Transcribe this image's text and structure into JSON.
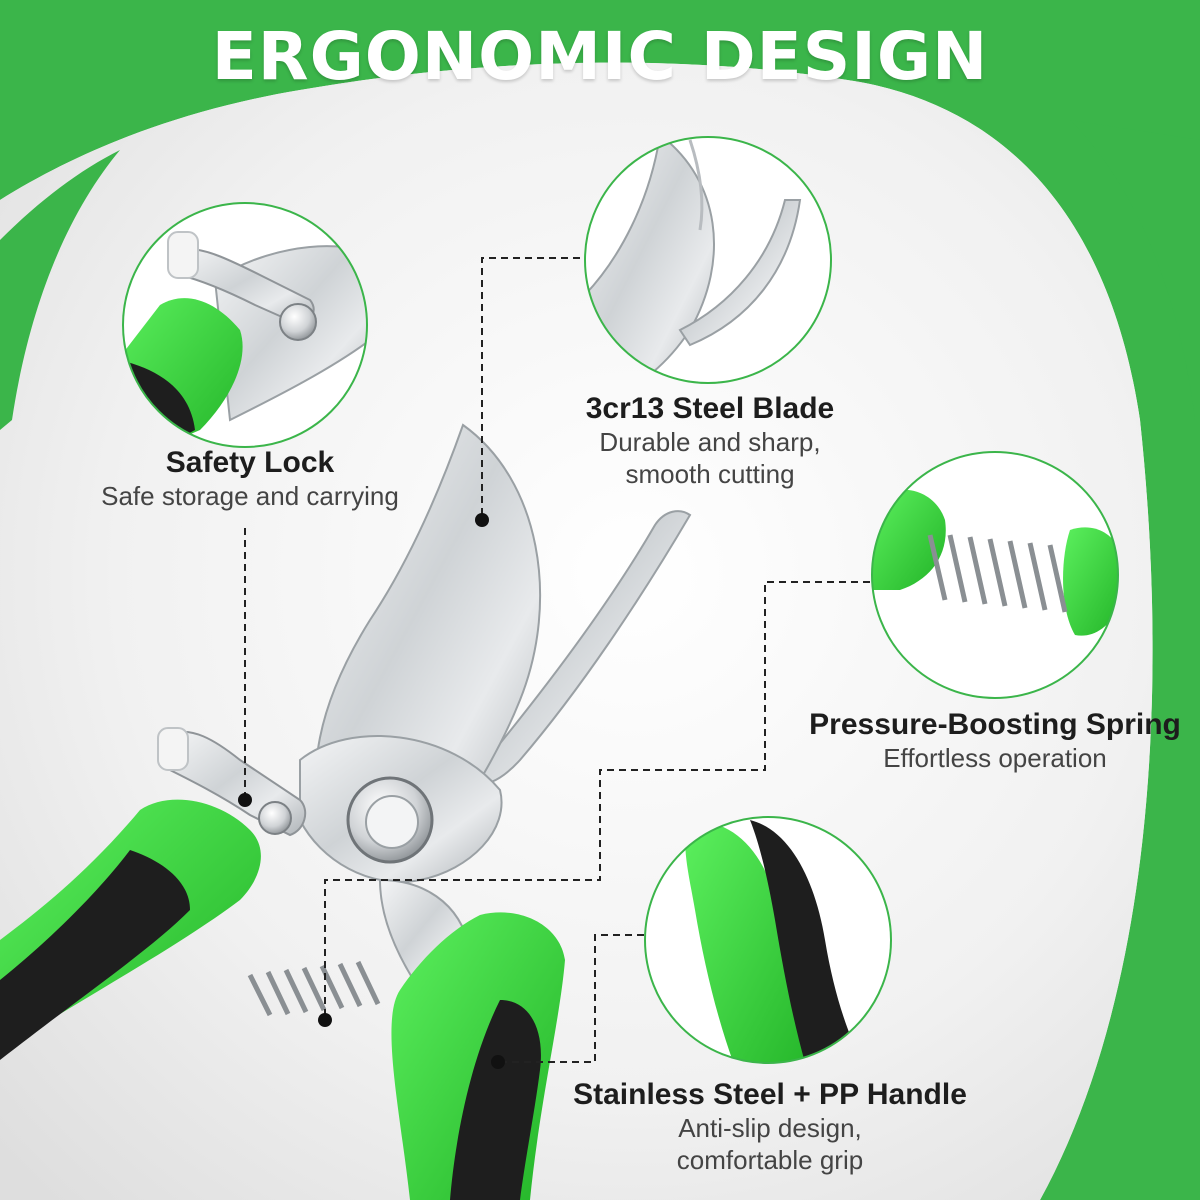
{
  "banner": {
    "title": "ERGONOMIC DESIGN"
  },
  "features": {
    "safety_lock": {
      "title": "Safety Lock",
      "desc": "Safe storage and carrying"
    },
    "blade": {
      "title": "3cr13 Steel Blade",
      "desc_line1": "Durable and sharp,",
      "desc_line2": "smooth cutting"
    },
    "spring": {
      "title": "Pressure-Boosting Spring",
      "desc": "Effortless operation"
    },
    "handle": {
      "title": "Stainless Steel + PP Handle",
      "desc_line1": "Anti-slip design,",
      "desc_line2": "comfortable grip"
    }
  },
  "colors": {
    "brand_green": "#3bb54a",
    "handle_green": "#36d63a",
    "handle_black": "#1e1e1e",
    "steel": "#d9dde0",
    "background_gray": "#ececec"
  },
  "icons": [
    "pruning-shears-illustration",
    "safety-lock-zoom-icon",
    "blade-zoom-icon",
    "spring-zoom-icon",
    "handle-zoom-icon"
  ]
}
